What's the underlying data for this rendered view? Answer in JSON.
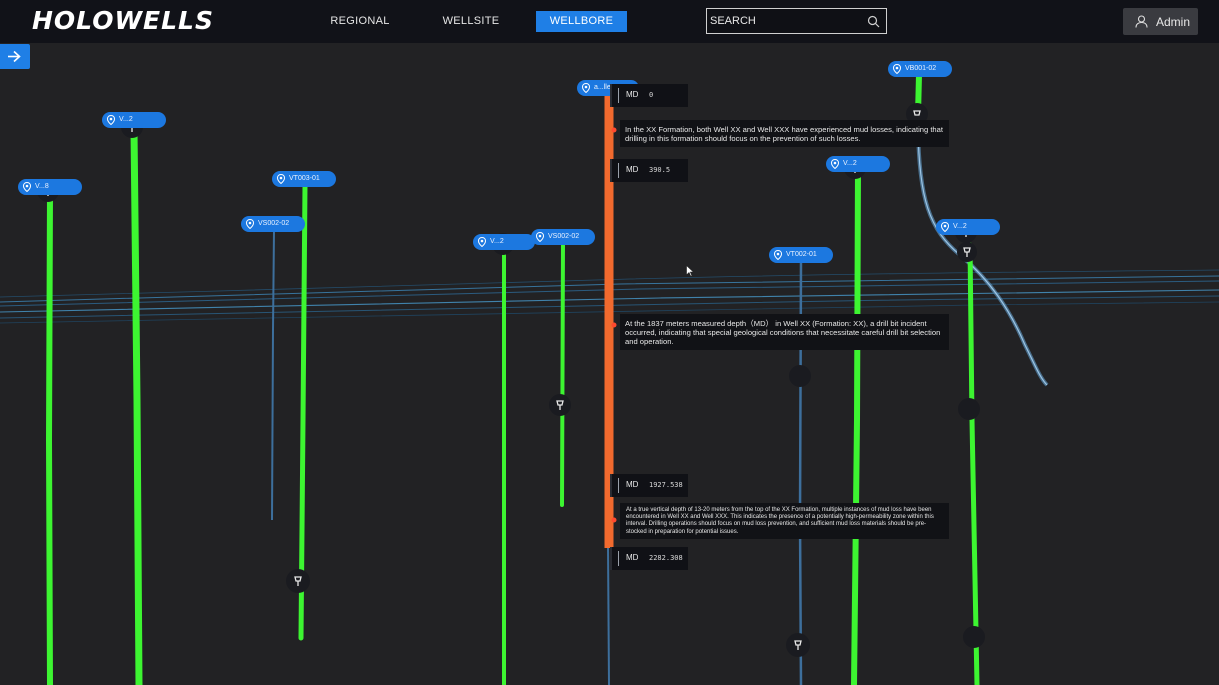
{
  "app": {
    "logo": "HOLOWELLS"
  },
  "nav": {
    "tabs": [
      {
        "label": "REGIONAL",
        "active": false
      },
      {
        "label": "WELLSITE",
        "active": false
      },
      {
        "label": "WELLBORE",
        "active": true
      }
    ]
  },
  "search": {
    "placeholder": "SEARCH"
  },
  "user": {
    "label": "Admin"
  },
  "wells": [
    {
      "tag": "V...8"
    },
    {
      "tag": "V...2"
    },
    {
      "tag": "VT003-01"
    },
    {
      "tag": "VS002-02"
    },
    {
      "tag": "V...2"
    },
    {
      "tag": "VS002-02"
    },
    {
      "tag": "a...lle"
    },
    {
      "tag": "VT002-01"
    },
    {
      "tag": "V...2"
    },
    {
      "tag": "VB001-02"
    },
    {
      "tag": "V...2"
    }
  ],
  "md_markers": [
    {
      "label": "MD",
      "value": "0"
    },
    {
      "label": "MD",
      "value": "390.5"
    },
    {
      "label": "MD",
      "value": "1927.538"
    },
    {
      "label": "MD",
      "value": "2282.308"
    }
  ],
  "notes": [
    {
      "text": "In the XX Formation, both Well XX and Well XXX have experienced mud losses, indicating that drilling in this formation should focus on the prevention of such losses."
    },
    {
      "text": "At the 1837 meters measured depth（MD） in Well XX (Formation: XX), a drill bit incident occurred, indicating that special geological conditions that necessitate careful drill bit selection and operation."
    },
    {
      "text": "At a true vertical depth of 13-20 meters from the top of the XX Formation, multiple instances of mud loss have been encountered in Well XX and Well XXX. This indicates the presence of a potentially high-permeability zone within this interval. Drilling operations should focus on mud loss prevention, and sufficient mud loss materials should be pre-stocked in preparation for potential issues."
    }
  ],
  "colors": {
    "background": "#222224",
    "topbar": "#111218",
    "accent": "#1f7fe6",
    "well_trajectory": "#3df531",
    "selected_well": "#f26a2e",
    "note_marker": "#ff4a2e",
    "horizon": "#4aa3d8"
  }
}
